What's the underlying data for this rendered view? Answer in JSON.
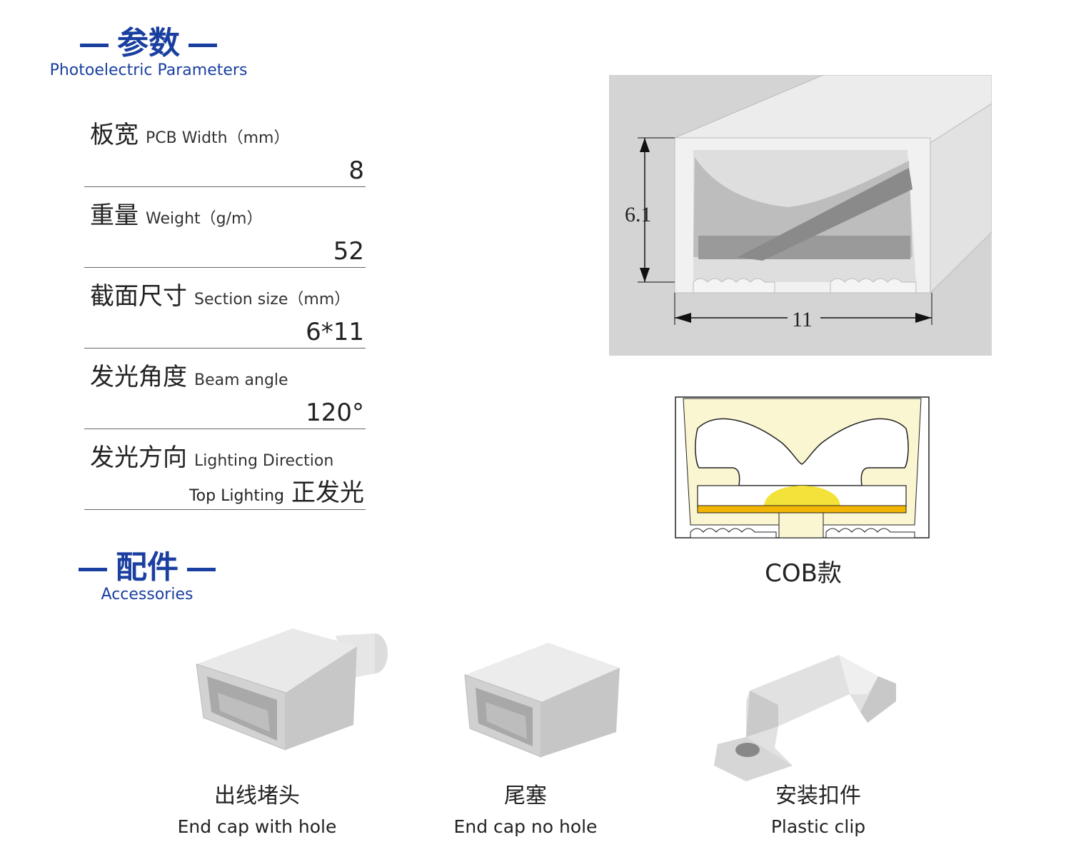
{
  "params_section": {
    "title_cn": "参数",
    "title_en": "Photoelectric Parameters"
  },
  "params": [
    {
      "cn": "板宽",
      "en": "PCB Width（mm）",
      "value": "8"
    },
    {
      "cn": "重量",
      "en": "Weight（g/m）",
      "value": "52"
    },
    {
      "cn": "截面尺寸",
      "en": "Section size（mm）",
      "value": "6*11"
    },
    {
      "cn": "发光角度",
      "en": "Beam angle",
      "value": "120°"
    },
    {
      "cn": "发光方向",
      "en": "Lighting Direction",
      "value_en": "Top Lighting",
      "value": "正发光"
    }
  ],
  "diagram": {
    "height_label": "6.1",
    "width_label": "11"
  },
  "cob_caption": "COB款",
  "accessories_section": {
    "title_cn": "配件",
    "title_en": "Accessories"
  },
  "accessories": [
    {
      "cn": "出线堵头",
      "en": "End cap with hole"
    },
    {
      "cn": "尾塞",
      "en": "End cap no hole"
    },
    {
      "cn": "安装扣件",
      "en": "Plastic clip"
    }
  ],
  "colors": {
    "accent": "#1a3fa0",
    "profile_bg": "#d4d4d4",
    "cob_glow": "#fbf6d2",
    "led": "#f2e23a",
    "led_strip": "#f2b600"
  }
}
